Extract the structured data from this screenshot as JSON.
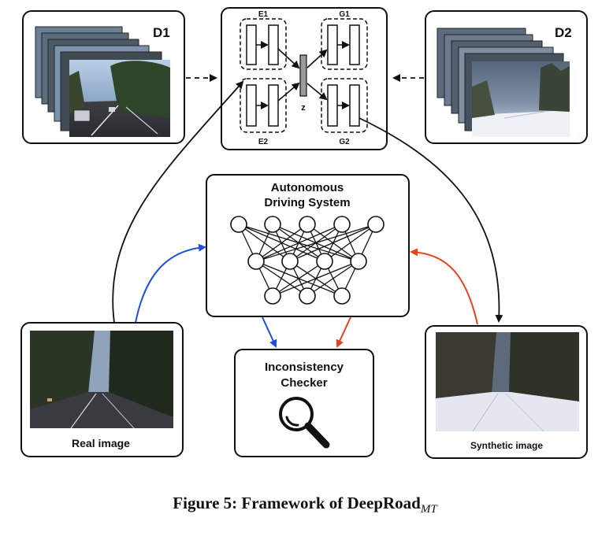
{
  "datasets": {
    "d1_label": "D1",
    "d2_label": "D2"
  },
  "unit_model": {
    "e1_label": "E1",
    "e2_label": "E2",
    "g1_label": "G1",
    "g2_label": "G2",
    "z_label": "z"
  },
  "ads": {
    "line1": "Autonomous",
    "line2": "Driving System"
  },
  "checker": {
    "line1": "Inconsistency",
    "line2": "Checker"
  },
  "real_image": {
    "label": "Real image"
  },
  "synthetic_image": {
    "label": "Synthetic image"
  },
  "caption": {
    "prefix": "Figure 5: Framework of DeepRoad",
    "subscript": "MT"
  },
  "colors": {
    "blue_arrow": "#1f4fe0",
    "red_arrow": "#e8401c",
    "outline": "#111111"
  }
}
